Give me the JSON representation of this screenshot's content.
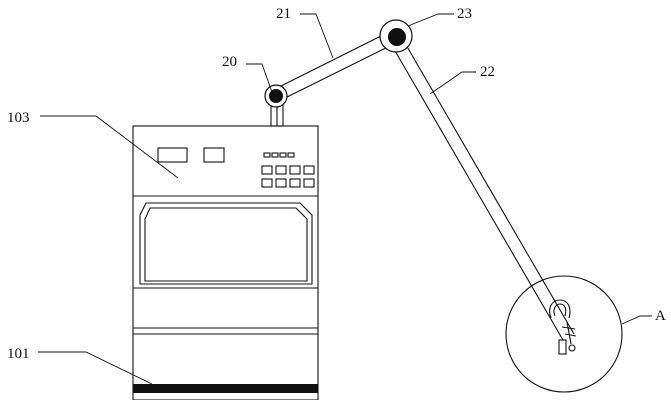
{
  "labels": {
    "arm_base": "20",
    "upper_arm": "21",
    "lower_arm": "22",
    "elbow_joint": "23",
    "cabinet_top": "103",
    "cabinet_base": "101",
    "detail_a": "A"
  },
  "colors": {
    "ink": "#111111",
    "paper": "#ffffff"
  }
}
